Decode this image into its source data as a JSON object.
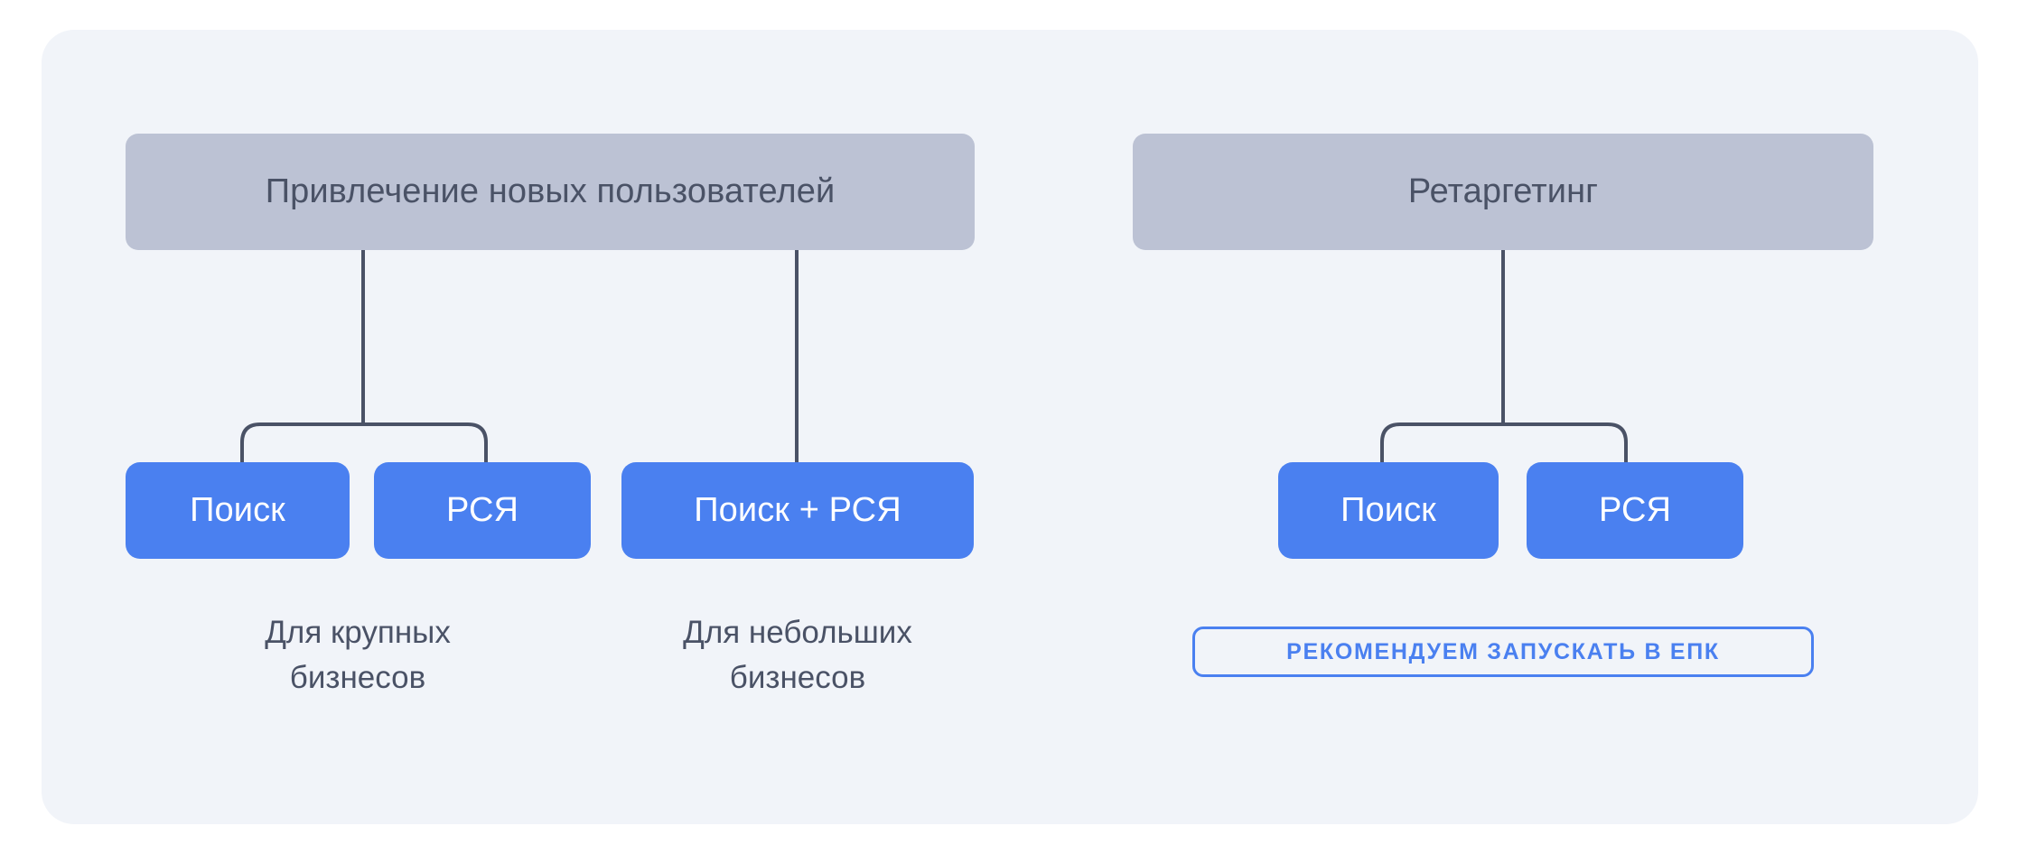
{
  "canvas": {
    "background": "#ffffff",
    "card_background": "#f1f4f9"
  },
  "colors": {
    "header_box": "#bcc2d4",
    "leaf_box": "#4a80f0",
    "text_dark": "#4a5266",
    "text_light": "#ffffff",
    "accent": "#4a80f0",
    "connector": "#4a5266"
  },
  "diagram": {
    "type": "tree",
    "groups": [
      {
        "id": "acquisition",
        "header": "Привлечение новых пользователей",
        "branches": [
          {
            "id": "large-business",
            "nodes": [
              "Поиск",
              "РСЯ"
            ],
            "caption": "Для крупных\nбизнесов"
          },
          {
            "id": "small-business",
            "nodes": [
              "Поиск + РСЯ"
            ],
            "caption": "Для небольших\nбизнесов"
          }
        ]
      },
      {
        "id": "retargeting",
        "header": "Ретаргетинг",
        "branches": [
          {
            "id": "retargeting-channels",
            "nodes": [
              "Поиск",
              "РСЯ"
            ],
            "caption": ""
          }
        ],
        "badge": "РЕКОМЕНДУЕМ ЗАПУСКАТЬ В ЕПК"
      }
    ]
  }
}
